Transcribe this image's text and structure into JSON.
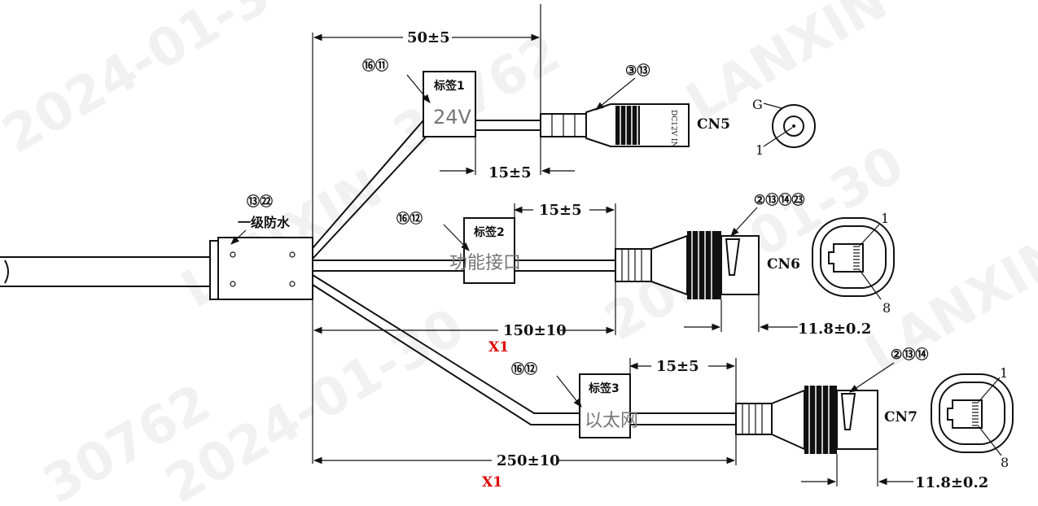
{
  "watermark": {
    "text_a": "2024-01-30",
    "text_b": "LANXIN",
    "text_c": "30762"
  },
  "trunk": {
    "callout": "⑬㉒",
    "label": "一级防水"
  },
  "branch_power": {
    "callout_tag": "⑯⑪",
    "tag_title": "标签1",
    "tag_text": "24V",
    "callout_plug": "③⑬",
    "plug_text": "DC12V IN",
    "connector": "CN5",
    "dim_overall": "50±5",
    "dim_tag": "15±5",
    "pin_g": "G",
    "pin_1": "1"
  },
  "branch_func": {
    "callout_tag": "⑯⑫",
    "tag_title": "标签2",
    "tag_text": "功能接口",
    "callout_plug": "②⑬⑭㉓",
    "connector": "CN6",
    "dim_tag": "15±5",
    "dim_overall": "150±10",
    "dim_plug": "11.8±0.2",
    "qty": "X1",
    "pin_1": "1",
    "pin_8": "8"
  },
  "branch_eth": {
    "callout_tag": "⑯⑫",
    "tag_title": "标签3",
    "tag_text": "以太网",
    "callout_plug": "②⑬⑭",
    "connector": "CN7",
    "dim_tag": "15±5",
    "dim_overall": "250±10",
    "dim_plug": "11.8±0.2",
    "qty": "X1",
    "pin_1": "1",
    "pin_8": "8"
  }
}
